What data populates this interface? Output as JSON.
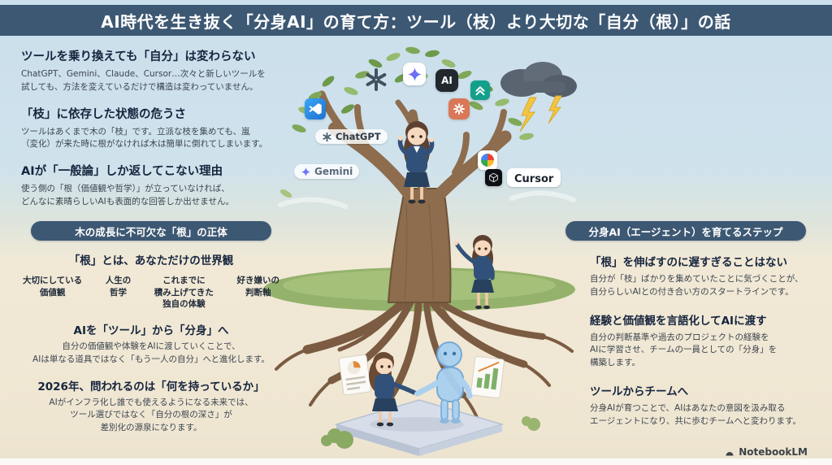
{
  "header": {
    "title": "AI時代を生き抜く「分身AI」の育て方：ツール（枝）より大切な「自分（根）」の話"
  },
  "left_column": {
    "sections": [
      {
        "heading": "ツールを乗り換えても「自分」は変わらない",
        "body": "ChatGPT、Gemini、Claude、Cursor…次々と新しいツールを\n試しても、方法を変えているだけで構造は変わっていません。"
      },
      {
        "heading": "「枝」に依存した状態の危うさ",
        "body": "ツールはあくまで木の「枝」です。立派な枝を集めても、嵐\n（変化）が来た時に根がなければ木は簡単に倒れてしまいます。"
      },
      {
        "heading": "AIが「一般論」しか返してこない理由",
        "body": "使う側の「根（価値観や哲学）」が立っていなければ、\nどんなに素晴らしいAIも表面的な回答しか出せません。"
      }
    ]
  },
  "roots_panel": {
    "pill": "木の成長に不可欠な「根」の正体",
    "worldview_heading": "「根」とは、あなただけの世界観",
    "root_items": [
      "大切にしている\n価値観",
      "人生の\n哲学",
      "これまでに\n積み上げてきた\n独自の体験",
      "好き嫌いの\n判断軸"
    ],
    "sections": [
      {
        "heading": "AIを「ツール」から「分身」へ",
        "body": "自分の価値観や体験をAIに渡していくことで、\nAIは単なる道具ではなく「もう一人の自分」へと進化します。"
      },
      {
        "heading": "2026年、問われるのは「何を持っているか」",
        "body": "AIがインフラ化し誰でも使えるようになる未来では、\nツール選びではなく「自分の根の深さ」が\n差別化の源泉になります。"
      }
    ]
  },
  "steps_panel": {
    "pill": "分身AI（エージェント）を育てるステップ",
    "sections": [
      {
        "heading": "「根」を伸ばすのに遅すぎることはない",
        "body": "自分が「枝」ばかりを集めていたことに気づくことが、\n自分らしいAIとの付き合い方のスタートラインです。"
      },
      {
        "heading": "経験と価値観を言語化してAIに渡す",
        "body": "自分の判断基準や過去のプロジェクトの経験を\nAIに学習させ、チームの一員としての「分身」を\n構築します。"
      },
      {
        "heading": "ツールからチームへ",
        "body": "分身AIが育つことで、AIはあなたの意図を汲み取る\nエージェントになり、共に歩むチームへと変わります。"
      }
    ]
  },
  "illustration": {
    "tool_labels": {
      "chatgpt": "ChatGPT",
      "gemini": "Gemini",
      "cursor": "Cursor"
    },
    "ai_badge": "AI"
  },
  "footer": {
    "brand": "NotebookLM"
  },
  "colors": {
    "header_bg": "#3d5873",
    "heading_navy": "#16253e",
    "sky": "#cfe2ec",
    "ground": "#f0e8d6",
    "claude_orange": "#d97757",
    "robot_blue": "#a8d0f0"
  }
}
